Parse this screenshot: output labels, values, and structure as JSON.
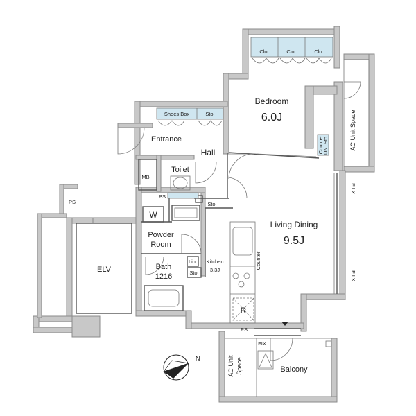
{
  "rooms": {
    "bedroom": {
      "name": "Bedroom",
      "size": "6.0J"
    },
    "living": {
      "name": "Living Dining",
      "size": "9.5J"
    },
    "entrance": "Entrance",
    "hall": "Hall",
    "toilet": "Toilet",
    "powder": {
      "line1": "Powder",
      "line2": "Room"
    },
    "bath": {
      "name": "Bath",
      "size": "1216"
    },
    "kitchen": {
      "name": "Kitchen",
      "size": "3.3J"
    },
    "balcony": "Balcony",
    "elv": "ELV"
  },
  "storage": {
    "clo": [
      "Clo.",
      "Clo.",
      "Clo."
    ],
    "shoes_box": "Shoes Box",
    "sto_top": "Sto.",
    "sto_hall": "Sto.",
    "sto_kitchen": "Sto.",
    "lin": "Lin.",
    "mb": "MB",
    "w": "W",
    "r": "R"
  },
  "labels": {
    "ac_unit_right": "AC Unit Space",
    "ac_unit_bottom_1": "AC Unit",
    "ac_unit_bottom_2": "Space",
    "counter_un": "Counter",
    "counter_un_2": "UN. Sto.",
    "counter_kitchen": "Counter",
    "ps_left": "PS",
    "ps_toilet": "PS",
    "ps_bottom": "PS",
    "fix_1": "F I X",
    "fix_2": "F I X",
    "fix_bottom": "FIX",
    "compass_n": "N"
  },
  "colors": {
    "wall": "#c8c8c8",
    "storage_fill": "#cfe6f0",
    "line": "#555555"
  }
}
